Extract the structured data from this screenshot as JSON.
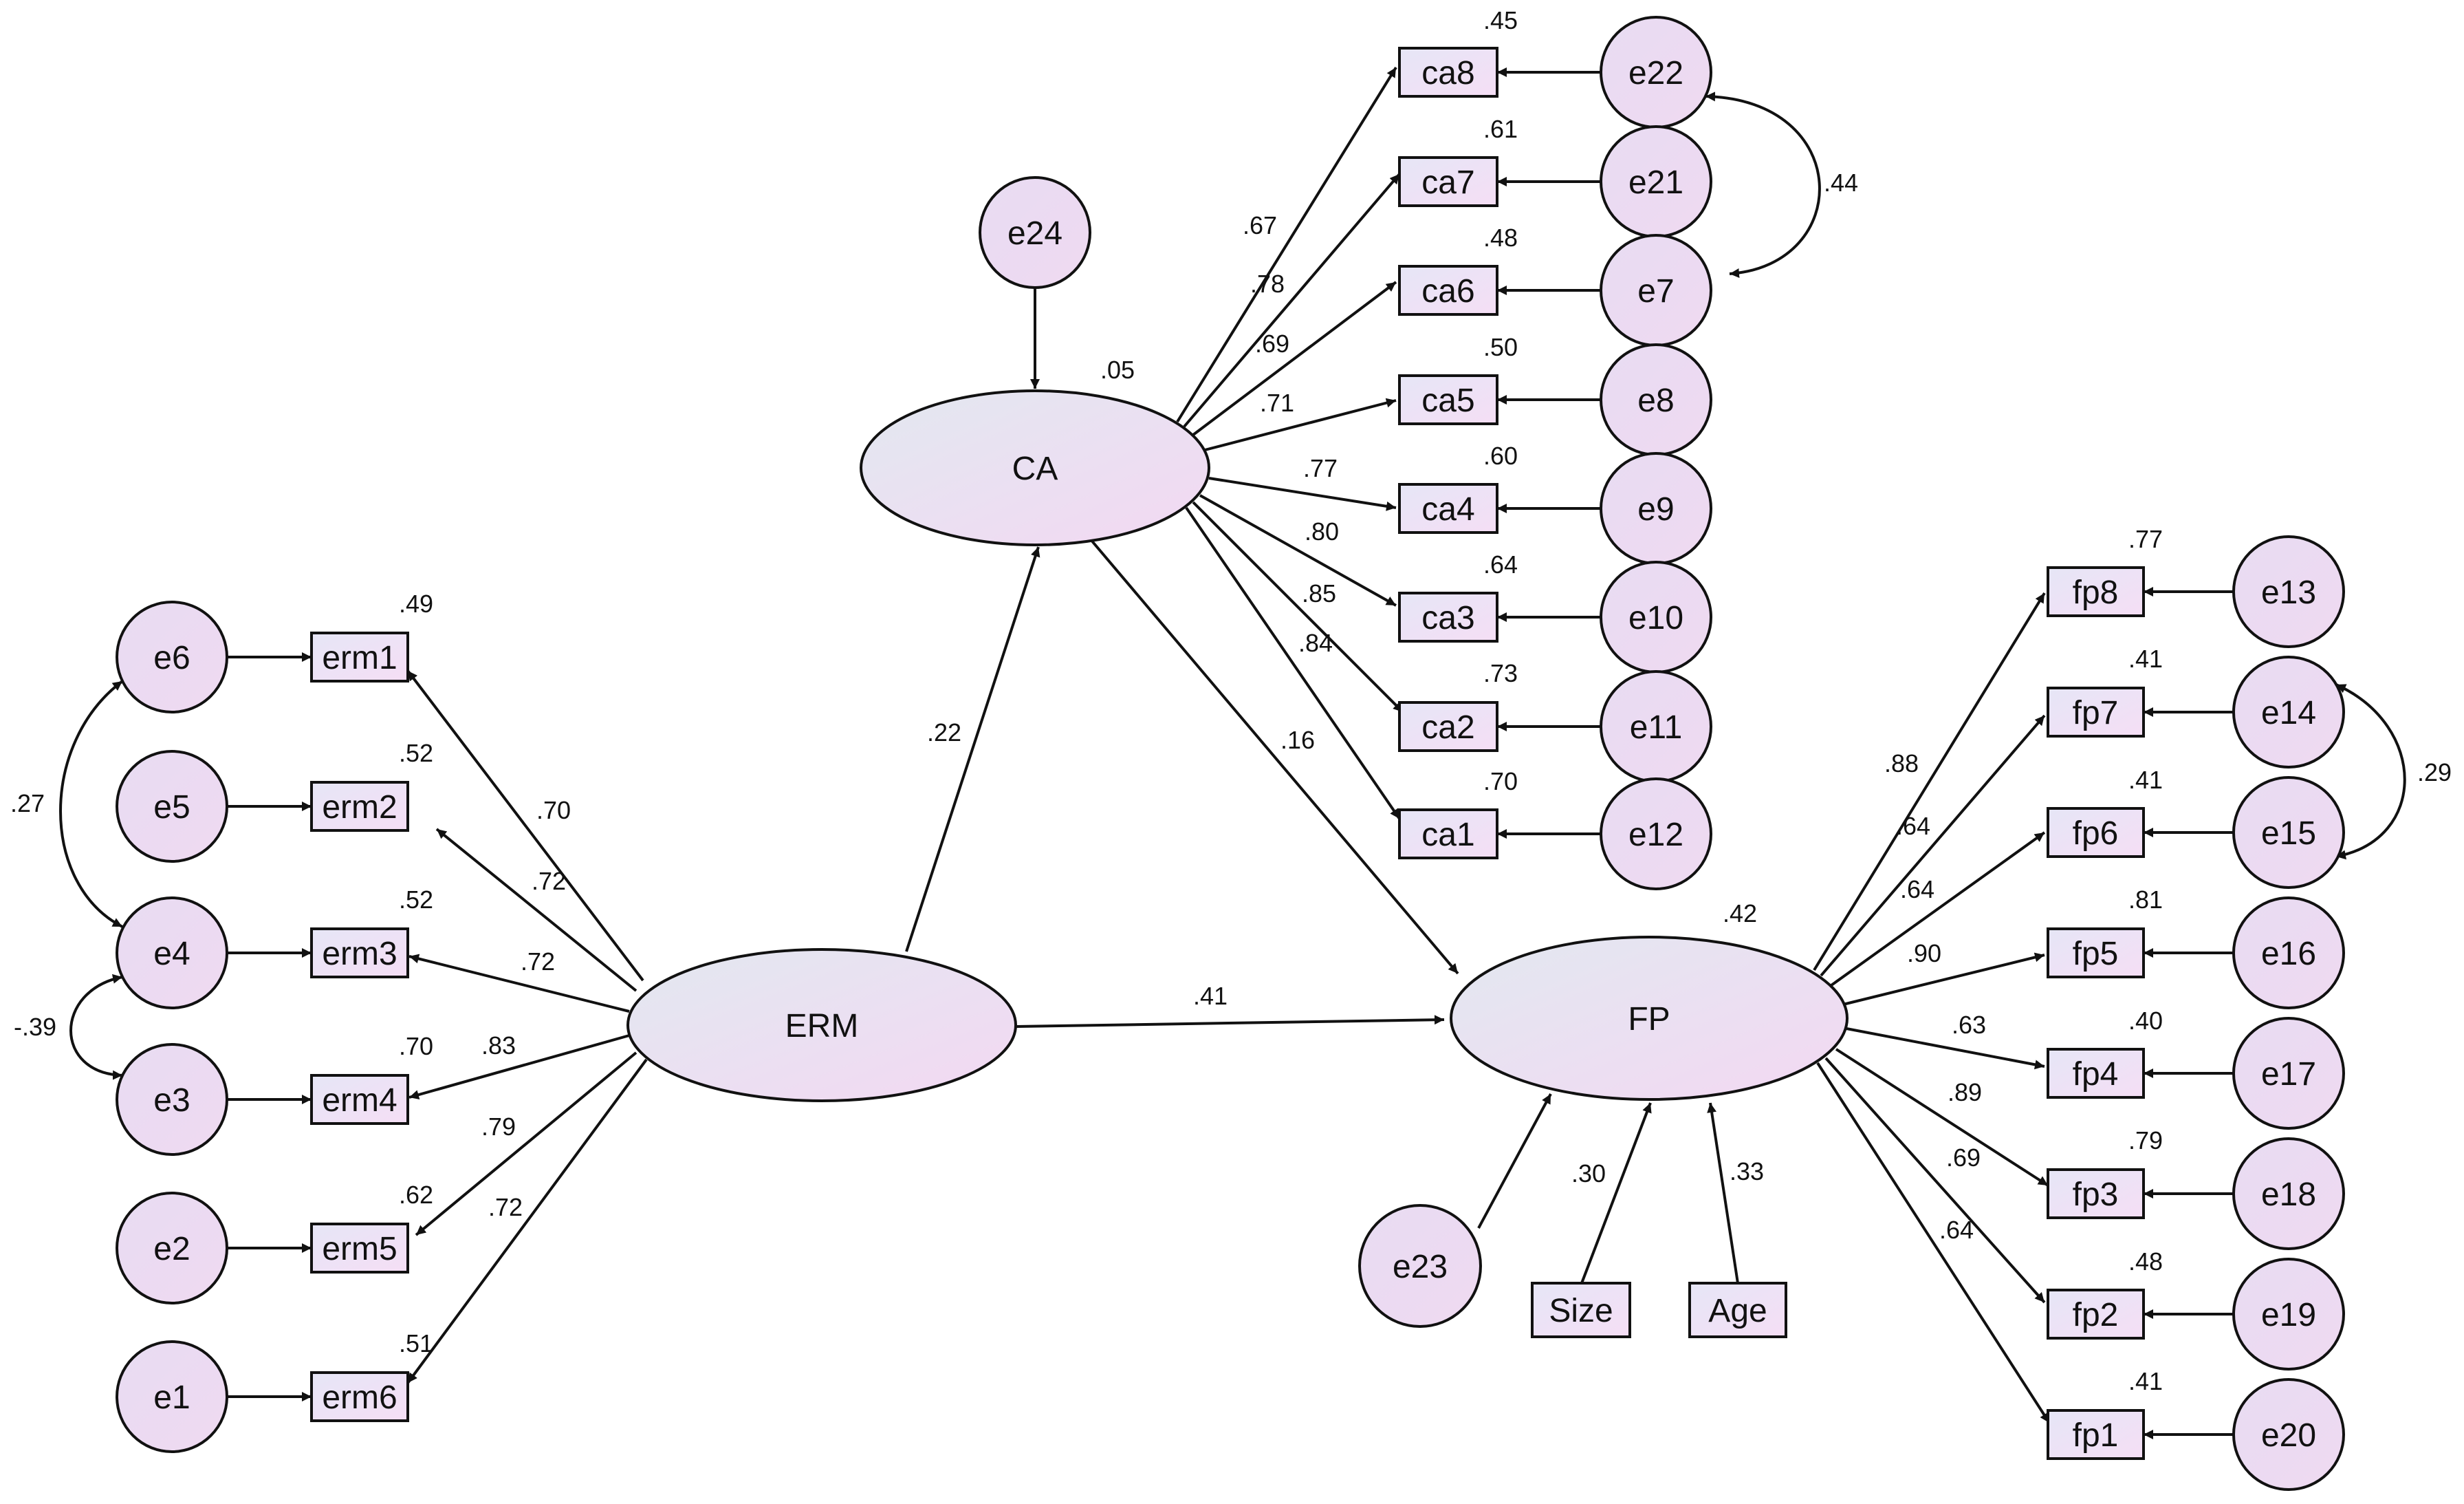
{
  "colors": {
    "stroke": "#111111",
    "circle_fill": "#efd9f1",
    "ellipse_fill_start": "#e2e8f0",
    "ellipse_fill_end": "#f3d8f3",
    "rect_fill_start": "#e6e6f6",
    "rect_fill_end": "#f5def5"
  },
  "nodes": {
    "e6": "e6",
    "e5": "e5",
    "e4": "e4",
    "e3": "e3",
    "e2": "e2",
    "e1": "e1",
    "erm1": "erm1",
    "erm2": "erm2",
    "erm3": "erm3",
    "erm4": "erm4",
    "erm5": "erm5",
    "erm6": "erm6",
    "ERM": "ERM",
    "e24": "e24",
    "CA": "CA",
    "ca8": "ca8",
    "ca7": "ca7",
    "ca6": "ca6",
    "ca5": "ca5",
    "ca4": "ca4",
    "ca3": "ca3",
    "ca2": "ca2",
    "ca1": "ca1",
    "e22": "e22",
    "e21": "e21",
    "e7": "e7",
    "e8": "e8",
    "e9": "e9",
    "e10": "e10",
    "e11": "e11",
    "e12": "e12",
    "FP": "FP",
    "e23": "e23",
    "Size": "Size",
    "Age": "Age",
    "fp8": "fp8",
    "fp7": "fp7",
    "fp6": "fp6",
    "fp5": "fp5",
    "fp4": "fp4",
    "fp3": "fp3",
    "fp2": "fp2",
    "fp1": "fp1",
    "e13": "e13",
    "e14": "e14",
    "e15": "e15",
    "e16": "e16",
    "e17": "e17",
    "e18": "e18",
    "e19": "e19",
    "e20": "e20"
  },
  "r_squared": {
    "erm1": ".49",
    "erm2": ".52",
    "erm3": ".52",
    "erm4": ".70",
    "erm5": ".62",
    "erm6": ".51",
    "CA": ".05",
    "ca8": ".45",
    "ca7": ".61",
    "ca6": ".48",
    "ca5": ".50",
    "ca4": ".60",
    "ca3": ".64",
    "ca2": ".73",
    "ca1": ".70",
    "FP": ".42",
    "fp8": ".77",
    "fp7": ".41",
    "fp6": ".41",
    "fp5": ".81",
    "fp4": ".40",
    "fp3": ".79",
    "fp2": ".48",
    "fp1": ".41"
  },
  "loadings": {
    "ERM_erm1": ".70",
    "ERM_erm2": ".72",
    "ERM_erm3": ".72",
    "ERM_erm4": ".83",
    "ERM_erm5": ".79",
    "ERM_erm6": ".72",
    "CA_ca8": ".67",
    "CA_ca7": ".78",
    "CA_ca6": ".69",
    "CA_ca5": ".71",
    "CA_ca4": ".77",
    "CA_ca3": ".80",
    "CA_ca2": ".85",
    "CA_ca1": ".84",
    "FP_fp8": ".88",
    "FP_fp7": ".64",
    "FP_fp6": ".64",
    "FP_fp5": ".90",
    "FP_fp4": ".63",
    "FP_fp3": ".89",
    "FP_fp2": ".69",
    "FP_fp1": ".64"
  },
  "paths": {
    "ERM_CA": ".22",
    "ERM_FP": ".41",
    "CA_FP": ".16",
    "Size_FP": ".30",
    "Age_FP": ".33"
  },
  "covariances": {
    "e6_e4": ".27",
    "e4_e3": "-.39",
    "e22_e7": ".44",
    "e14_e15": ".29"
  }
}
